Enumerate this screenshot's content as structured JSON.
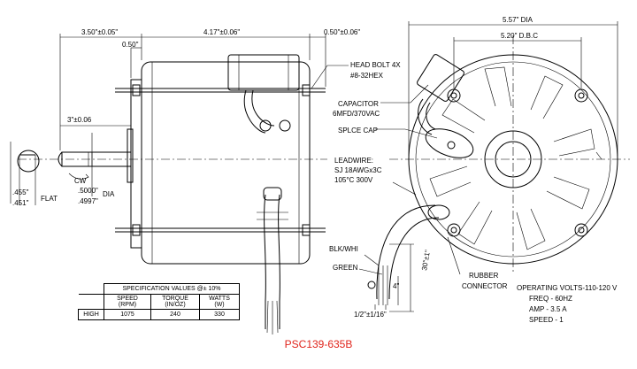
{
  "dimensions": {
    "shaft_shoulder": "3.50\"±0.05\"",
    "body_length": "4.17\"±0.06\"",
    "bracket_offset": "0.50\"",
    "rear_offset": "0.50\"±0.06\"",
    "shaft_length": "3\"±0.06",
    "flat_max": ".455\"",
    "flat_min": ".451\"",
    "flat_label": "FLAT",
    "shaft_dia_max": ".5000\"",
    "shaft_dia_min": ".4997\"",
    "dia_label": "DIA",
    "rotation": "CW",
    "outer_dia": "5.57\" DIA",
    "bolt_circle": "5.20\" D.B.C",
    "lead_length": "30\"±1\"",
    "connector_length": "4\"",
    "lead_spacing": "1/2\"±1/16\""
  },
  "callouts": {
    "head_bolt_1": "HEAD BOLT 4X",
    "head_bolt_2": "#8-32HEX",
    "capacitor_1": "CAPACITOR",
    "capacitor_2": "6MFD/370VAC",
    "splice_cap": "SPLCE CAP",
    "leadwire_1": "LEADWIRE:",
    "leadwire_2": "SJ 18AWGx3C",
    "leadwire_3": "105°C 300V",
    "blk_wht": "BLK/WHI",
    "green": "GREEN",
    "rubber_1": "RUBBER",
    "rubber_2": "CONNECTOR"
  },
  "operating": {
    "volts": "OPERATING VOLTS-110-120 V",
    "freq": "FREQ - 60HZ",
    "amp": "AMP  - 3.5 A",
    "speed": "SPEED - 1"
  },
  "spec_table": {
    "title": "SPECIFICATION VALUES @± 10%",
    "headers": [
      "SPEED (RPM)",
      "TORQUE (IN/OZ)",
      "WATTS (W)"
    ],
    "row_label": "HIGH",
    "row_values": [
      "1075",
      "240",
      "330"
    ]
  },
  "model": "PSC139-635B"
}
